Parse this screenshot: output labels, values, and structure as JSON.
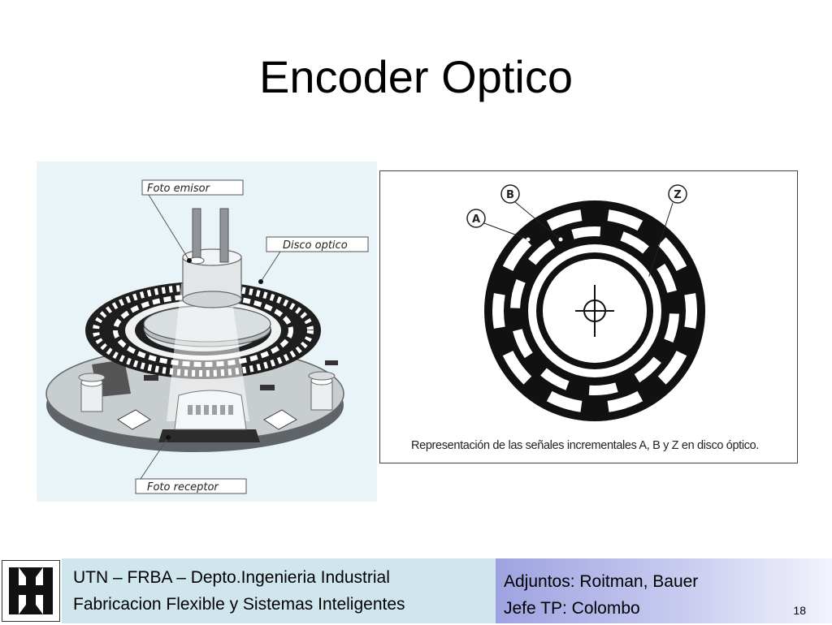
{
  "slide": {
    "title": "Encoder Optico",
    "page_number": "18"
  },
  "figure_left": {
    "labels": {
      "emitter": "Foto emisor",
      "disk": "Disco optico",
      "receiver": "Foto receptor"
    }
  },
  "figure_right": {
    "labels": {
      "a": "A",
      "b": "B",
      "z": "Z"
    },
    "caption": "Representación de las señales incrementales A, B y Z en disco óptico."
  },
  "footer": {
    "left_line1": "UTN – FRBA – Depto.Ingenieria Industrial",
    "left_line2": "Fabricacion Flexible y Sistemas Inteligentes",
    "right_line1": "Adjuntos: Roitman, Bauer",
    "right_line2": "Jefe TP: Colombo"
  },
  "colors": {
    "footer_left_bg": "#cfe6ec",
    "footer_right_gradient_start": "#9ea2e0",
    "figure_left_bg": "#e9f4f8"
  }
}
